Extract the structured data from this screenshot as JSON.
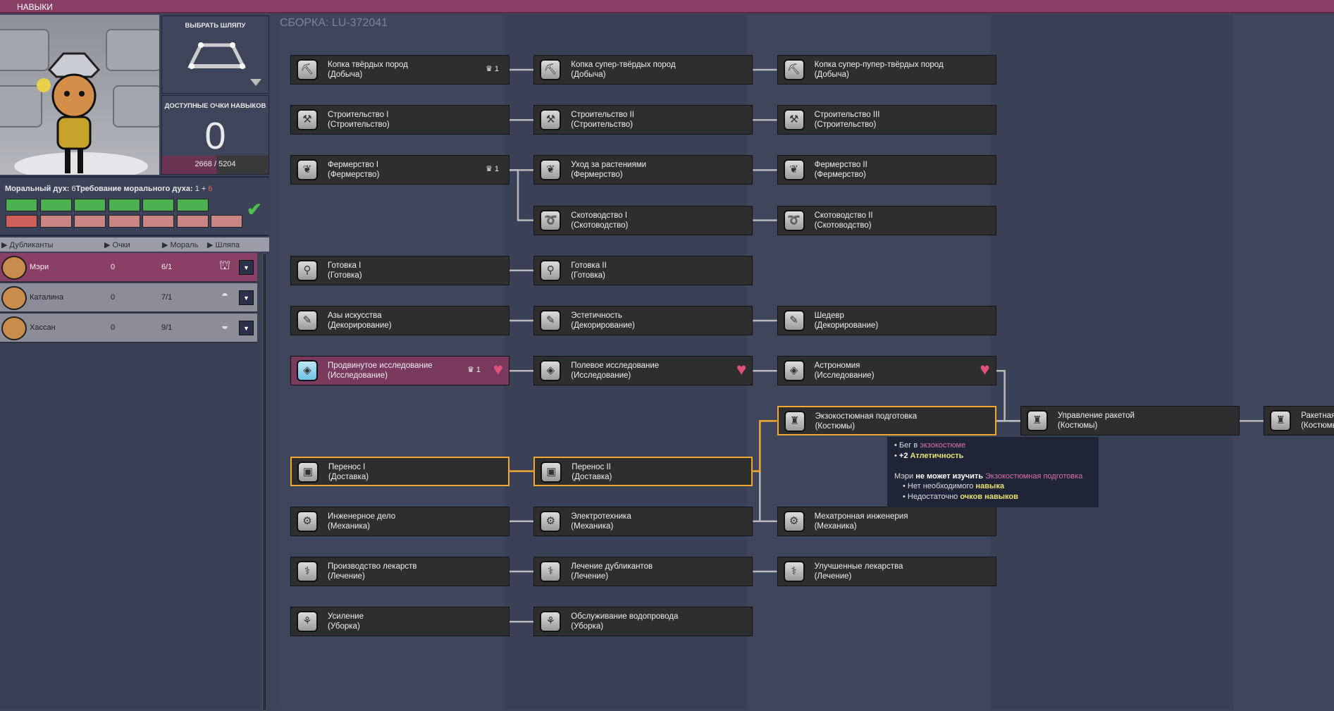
{
  "window": {
    "title": "НАВЫКИ"
  },
  "hat_selector": {
    "label": "ВЫБРАТЬ ШЛЯПУ"
  },
  "skill_points": {
    "label": "ДОСТУПНЫЕ ОЧКИ НАВЫКОВ",
    "value": "0",
    "progress_text": "2668 / 5204",
    "progress_fraction": 0.513
  },
  "morale": {
    "label": "Моральный дух: ",
    "value": "6",
    "req_label": "Требование морального духа: ",
    "req_base": "1 + ",
    "req_extra": "6",
    "morale_bars": 6,
    "required_bars": 7,
    "colors": {
      "green": "#4caf50",
      "red": "#cf5f5a",
      "pink": "#c98582"
    }
  },
  "dupes_table": {
    "headers": [
      "Дубликанты",
      "Очки",
      "Мораль",
      "Шляпа"
    ],
    "rows": [
      {
        "name": "Мэри",
        "points": "0",
        "morale": "6/1",
        "selected": true
      },
      {
        "name": "Каталина",
        "points": "0",
        "morale": "7/1",
        "selected": false
      },
      {
        "name": "Хассан",
        "points": "0",
        "morale": "9/1",
        "selected": false
      }
    ]
  },
  "build_label": "СБОРКА: LU-372041",
  "skill_rows": [
    [
      {
        "name": "Копка твёрдых пород",
        "group": "(Добыча)",
        "badge": "1",
        "icon": "shovel-icon"
      },
      {
        "name": "Копка супер-твёрдых пород",
        "group": "(Добыча)",
        "icon": "shovel-icon"
      },
      {
        "name": "Копка супер-пупер-твёрдых пород",
        "group": "(Добыча)",
        "icon": "shovel-icon"
      }
    ],
    [
      {
        "name": "Строительство I",
        "group": "(Строительство)",
        "icon": "hammer-icon"
      },
      {
        "name": "Строительство II",
        "group": "(Строительство)",
        "icon": "hammer-icon"
      },
      {
        "name": "Строительство III",
        "group": "(Строительство)",
        "icon": "hammer-icon"
      }
    ],
    [
      {
        "name": "Фермерство I",
        "group": "(Фермерство)",
        "badge": "1",
        "icon": "sprout-icon"
      },
      {
        "name": "Уход за растениями",
        "group": "(Фермерство)",
        "icon": "sprout-icon"
      },
      {
        "name": "Фермерство II",
        "group": "(Фермерство)",
        "icon": "sprout-icon"
      }
    ],
    [
      null,
      {
        "name": "Скотоводство I",
        "group": "(Скотоводство)",
        "icon": "rope-icon"
      },
      {
        "name": "Скотоводство II",
        "group": "(Скотоводство)",
        "icon": "rope-icon"
      }
    ],
    [
      {
        "name": "Готовка I",
        "group": "(Готовка)",
        "icon": "spoon-icon"
      },
      {
        "name": "Готовка II",
        "group": "(Готовка)",
        "icon": "spoon-icon"
      }
    ],
    [
      {
        "name": "Азы искусства",
        "group": "(Декорирование)",
        "icon": "brush-icon"
      },
      {
        "name": "Эстетичность",
        "group": "(Декорирование)",
        "icon": "brush-icon"
      },
      {
        "name": "Шедевр",
        "group": "(Декорирование)",
        "icon": "brush-icon"
      }
    ],
    [
      {
        "name": "Продвинутое исследование",
        "group": "(Исследование)",
        "badge": "1",
        "heart": true,
        "learned": true,
        "icon": "research-icon"
      },
      {
        "name": "Полевое исследование",
        "group": "(Исследование)",
        "heart": true,
        "icon": "research-icon"
      },
      {
        "name": "Астрономия",
        "group": "(Исследование)",
        "heart": true,
        "icon": "research-icon"
      }
    ],
    [
      null,
      null,
      {
        "name": "Экзокостюмная подготовка",
        "group": "(Костюмы)",
        "highlight": true,
        "icon": "suit-icon"
      },
      {
        "name": "Управление ракетой",
        "group": "(Костюмы)",
        "icon": "suit-icon"
      },
      {
        "name": "Ракетная",
        "group": "(Костюмы)",
        "icon": "suit-icon"
      }
    ],
    [
      {
        "name": "Перенос I",
        "group": "(Доставка)",
        "highlight": true,
        "icon": "box-icon"
      },
      {
        "name": "Перенос II",
        "group": "(Доставка)",
        "highlight": true,
        "icon": "box-icon"
      }
    ],
    [
      {
        "name": "Инженерное дело",
        "group": "(Механика)",
        "icon": "gear-icon"
      },
      {
        "name": "Электротехника",
        "group": "(Механика)",
        "icon": "gear-icon"
      },
      {
        "name": "Мехатронная инженерия",
        "group": "(Механика)",
        "icon": "gear-icon"
      }
    ],
    [
      {
        "name": "Производство лекарств",
        "group": "(Лечение)",
        "icon": "pill-icon"
      },
      {
        "name": "Лечение дубликантов",
        "group": "(Лечение)",
        "icon": "pill-icon"
      },
      {
        "name": "Улучшенные лекарства",
        "group": "(Лечение)",
        "icon": "pill-icon"
      }
    ],
    [
      {
        "name": "Усиление",
        "group": "(Уборка)",
        "icon": "mop-icon"
      },
      {
        "name": "Обслуживание водопровода",
        "group": "(Уборка)",
        "icon": "mop-icon"
      }
    ]
  ],
  "tooltip": {
    "l1a": "Бег в ",
    "l1b": "экзокостюме",
    "l2a": "+2 ",
    "l2b": "Атлетичность",
    "l3a": "Мэри ",
    "l3b": "не может изучить ",
    "l3c": "Экзокостюмная подготовка",
    "l4a": "Нет необходимого ",
    "l4b": "навыка",
    "l5a": "Недостаточно ",
    "l5b": "очков навыков"
  },
  "colors": {
    "title_bar": "#8a3f66",
    "highlight": "#f0a830",
    "learned": "#7a3a5e",
    "heart": "#e0507a"
  }
}
